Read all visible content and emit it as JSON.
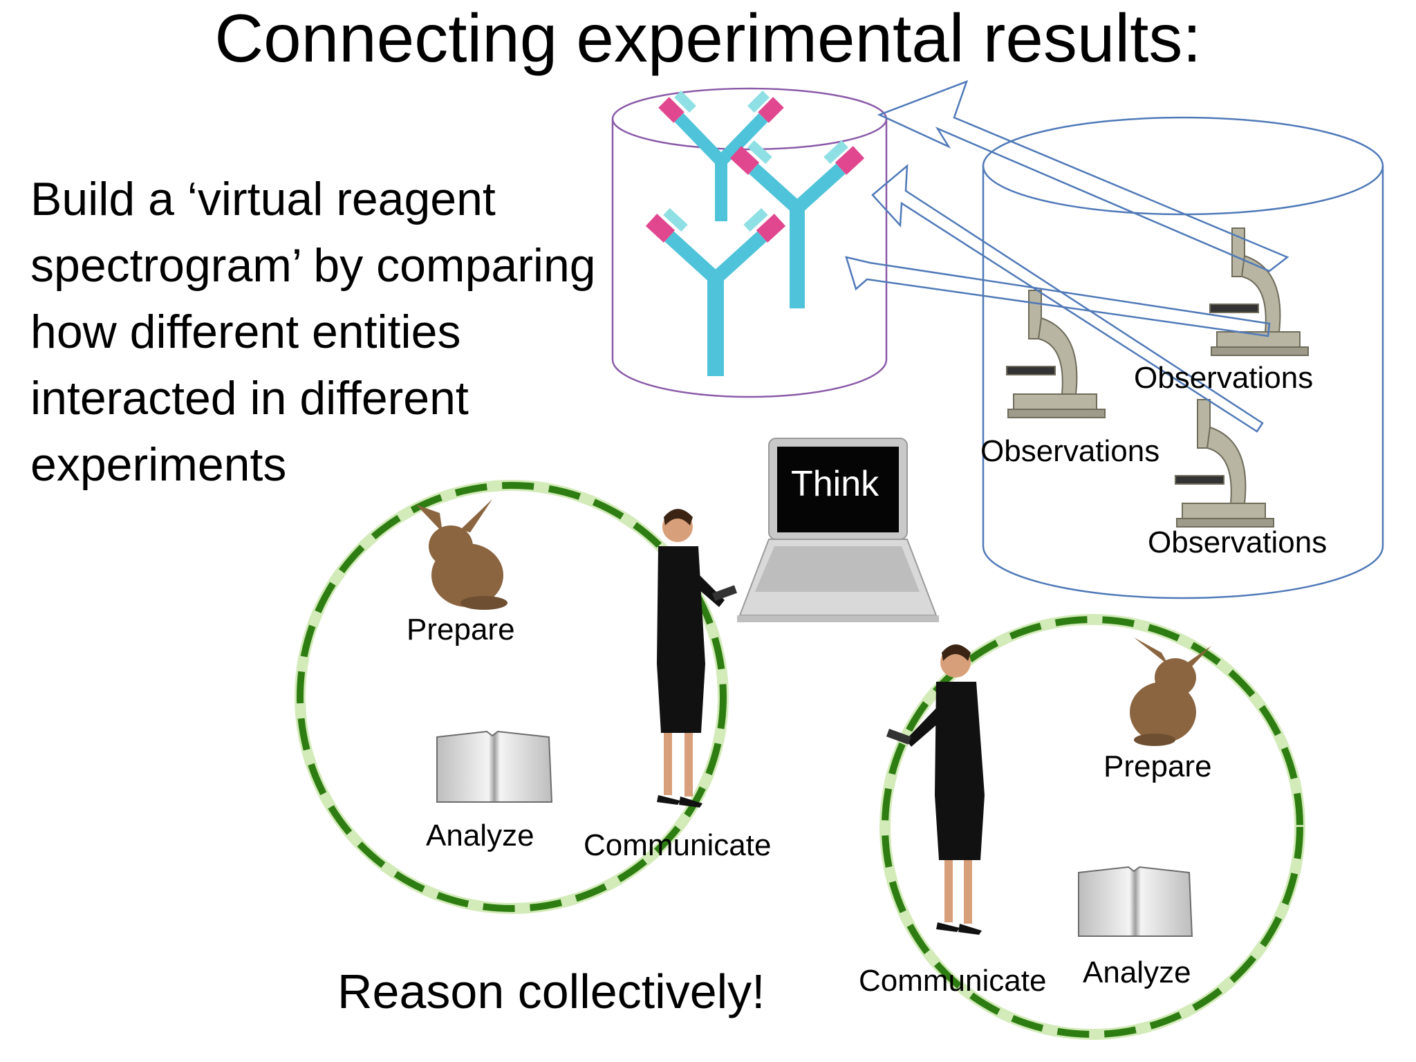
{
  "title": "Connecting experimental results:",
  "body_lines": [
    "Build a ‘virtual reagent",
    "spectrogram’ by comparing",
    "how different entities",
    "interacted in different",
    "experiments"
  ],
  "laptop_label": "Think",
  "observations_labels": [
    "Observations",
    "Observations",
    "Observations"
  ],
  "cycle_left": {
    "prepare": "Prepare",
    "analyze": "Analyze",
    "communicate": "Communicate"
  },
  "cycle_right": {
    "prepare": "Prepare",
    "analyze": "Analyze",
    "communicate": "Communicate"
  },
  "footer": "Reason collectively!",
  "colors": {
    "antibody_stem": "#4fc3d9",
    "antibody_tip": "#e0478f",
    "cylinder_left": "#8a5aa8",
    "cylinder_right": "#4f79b8",
    "arrow": "#4f79b8",
    "cycle": "#2e7d12",
    "cycle_glow": "#b6dd8a"
  },
  "icons": [
    "antibody-icon",
    "microscope-icon",
    "laptop-icon",
    "rabbit-icon",
    "book-icon",
    "researcher-icon"
  ]
}
